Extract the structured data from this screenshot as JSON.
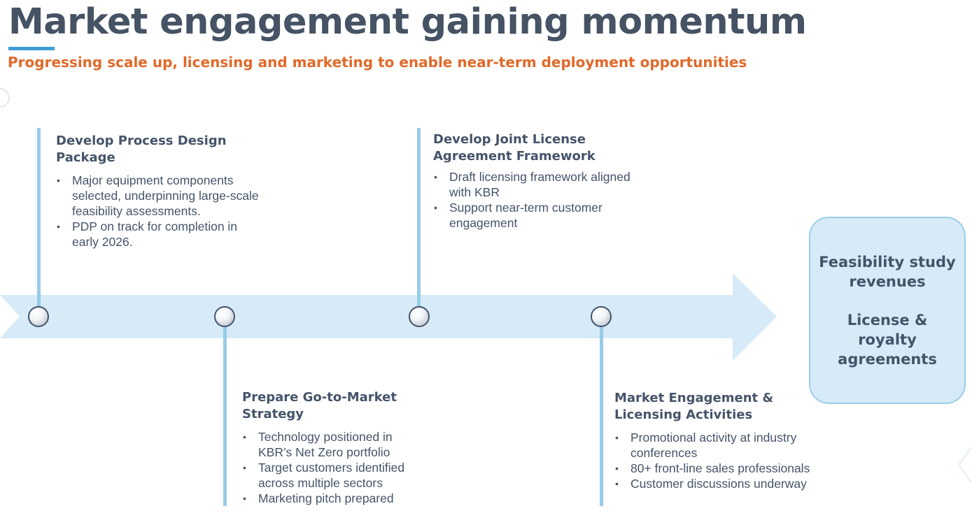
{
  "header": {
    "title": "Market engagement gaining momentum",
    "subtitle": "Progressing scale up, licensing and marketing to enable near-term deployment opportunities"
  },
  "colors": {
    "title": "#455364",
    "subtitle_accent": "#e0692a",
    "underline": "#3e9dd6",
    "arrow": "#d6eaf8",
    "connector": "#98cce8"
  },
  "milestones": [
    {
      "title": "Develop Process Design Package",
      "bullets": [
        "Major equipment components selected, underpinning large-scale feasibility assessments.",
        "PDP on track for completion in early 2026."
      ]
    },
    {
      "title": "Prepare Go-to-Market Strategy",
      "bullets": [
        "Technology positioned in KBR’s Net Zero portfolio",
        "Target customers identified across multiple sectors",
        "Marketing pitch prepared"
      ]
    },
    {
      "title": "Develop Joint License Agreement Framework",
      "bullets": [
        "Draft licensing framework aligned with KBR",
        "Support near-term customer engagement"
      ]
    },
    {
      "title": "Market Engagement & Licensing Activities",
      "bullets": [
        "Promotional activity at industry conferences",
        "80+ front-line sales professionals",
        "Customer discussions underway"
      ]
    }
  ],
  "bullet_char": "•",
  "outcome": {
    "line1": "Feasibility study revenues",
    "line2": "License & royalty agreements"
  }
}
